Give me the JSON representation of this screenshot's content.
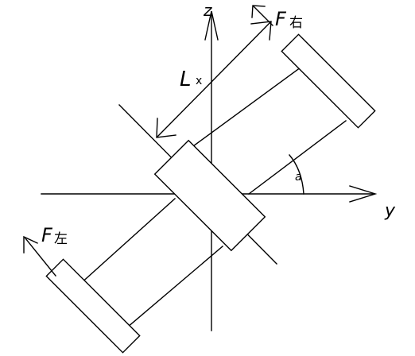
{
  "labels": {
    "axis_z": "z",
    "axis_y": "y",
    "f_right_letter": "F",
    "f_right_char": "右",
    "f_left_letter": "F",
    "f_left_char": "左",
    "l_letter": "L",
    "l_sub": "x",
    "angle": "a"
  },
  "colors": {
    "stroke": "#000000",
    "background": "#ffffff"
  }
}
